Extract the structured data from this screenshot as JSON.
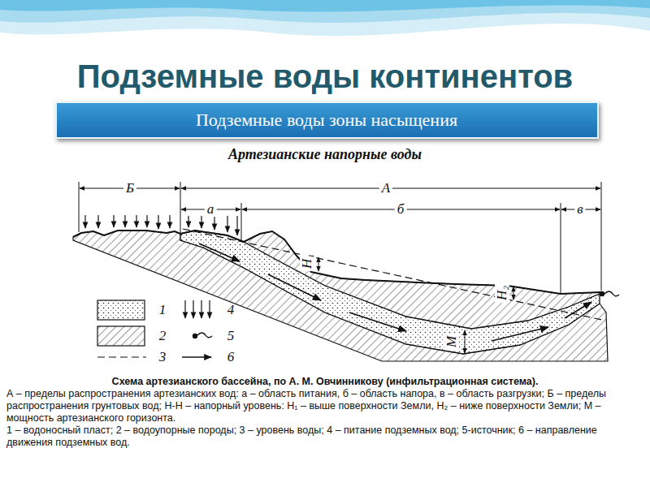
{
  "diagram": {
    "title": "Подземные воды континентов",
    "caption": "Схема артезианского бассейна, по А. М. Овчинникову (инфильтрационная система).",
    "nodes": [
      {
        "text": [
          "Подземные воды зоны насыщения"
        ]
      }
    ],
    "labels": [
      "Артезианские напорные воды",
      "Б",
      "А",
      "а",
      "б",
      "в",
      "H₁",
      "H₂",
      "M",
      "А – пределы распространения артезианских вод: а – область питания, б – область напора, в – область разгрузки; Б – пределы распространения грунтовых вод; Н-Н – напорный уровень: Н₁ – выше поверхности Земли, Н₂ – ниже поверхности Земли; М – мощность артезианского горизонта.",
      "1 – водоносный пласт; 2 – водоупорные породы; 3 – уровень воды; 4 – питание подземных вод; 5-источник; 6 – направление движения подземных вод."
    ],
    "legend": [
      {
        "text": "1"
      },
      {
        "text": "2"
      },
      {
        "text": "3"
      },
      {
        "text": "4"
      },
      {
        "text": "5"
      },
      {
        "text": "6"
      }
    ]
  }
}
